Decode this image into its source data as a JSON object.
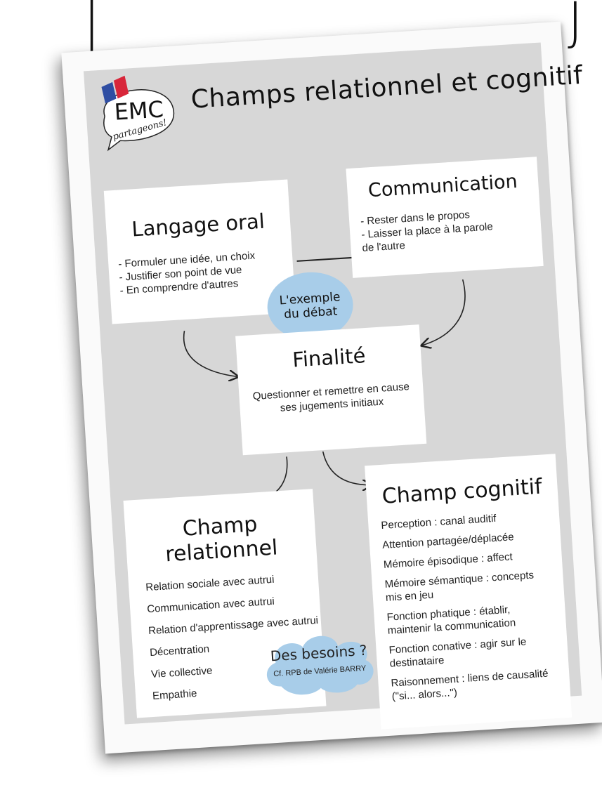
{
  "header_fragments": {
    "left": "|",
    "right": "J"
  },
  "logo": {
    "letters": "EMC",
    "tagline": "partageons!"
  },
  "title": "Champs relationnel et cognitif",
  "langage_oral": {
    "heading": "Langage oral",
    "items": [
      "- Formuler une idée, un choix",
      "- Justifier son point de vue",
      "- En comprendre d'autres"
    ]
  },
  "communication": {
    "heading": "Communication",
    "items": [
      "- Rester dans le propos",
      "- Laisser la place à la parole",
      "de l'autre"
    ]
  },
  "bubble": {
    "line1": "L'exemple",
    "line2": "du débat"
  },
  "finalite": {
    "heading": "Finalité",
    "text": "Questionner et remettre en cause ses jugements initiaux"
  },
  "champ_relationnel": {
    "heading": "Champ relationnel",
    "items": [
      "Relation sociale avec autrui",
      "Communication avec autrui",
      "Relation d'apprentissage avec autrui",
      "Décentration",
      "Vie collective",
      "Empathie"
    ]
  },
  "champ_cognitif": {
    "heading": "Champ cognitif",
    "items": [
      "Perception : canal auditif",
      "Attention partagée/déplacée",
      "Mémoire épisodique : affect",
      "Mémoire sémantique : concepts mis en jeu",
      "Fonction phatique : établir, maintenir la communication",
      "Fonction conative : agir sur le destinataire",
      "Raisonnement : liens de causalité (\"si... alors...\")"
    ]
  },
  "cloud": {
    "line1": "Des besoins ?",
    "line2": "Cf. RPB de Valérie BARRY"
  },
  "colors": {
    "panel": "#d7d7d7",
    "bubble": "#a8cde9",
    "flag_blue": "#2f4ea3",
    "flag_red": "#d8263a"
  }
}
